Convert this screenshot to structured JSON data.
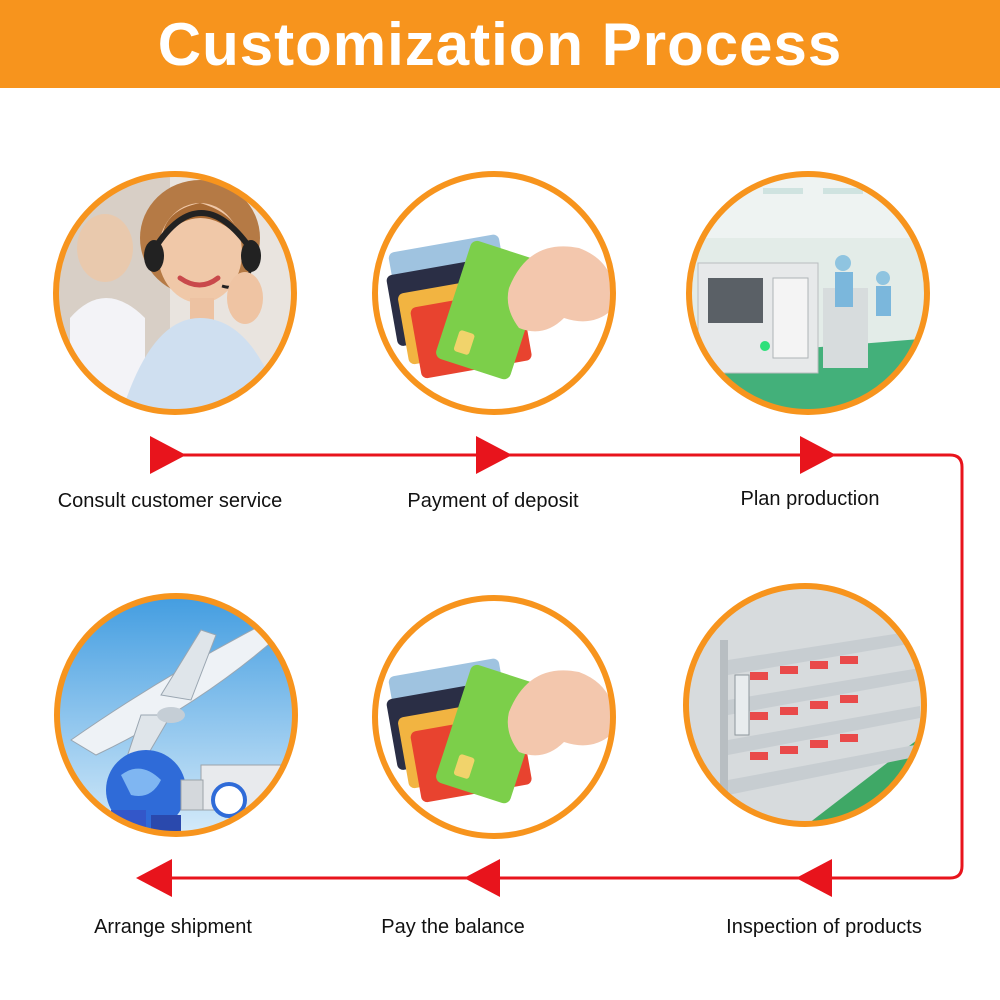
{
  "title": "Customization Process",
  "colors": {
    "banner": "#f7941d",
    "ring": "#f7941d",
    "arrow": "#e8141c"
  },
  "steps": [
    {
      "label": "Consult customer service",
      "icon": "customer-service-headset-icon"
    },
    {
      "label": "Payment of deposit",
      "icon": "credit-cards-icon"
    },
    {
      "label": "Plan production",
      "icon": "factory-production-line-icon"
    },
    {
      "label": "Inspection of products",
      "icon": "product-inspection-racks-icon"
    },
    {
      "label": "Pay the balance",
      "icon": "credit-cards-icon"
    },
    {
      "label": "Arrange shipment",
      "icon": "airplane-shipment-icon"
    }
  ]
}
